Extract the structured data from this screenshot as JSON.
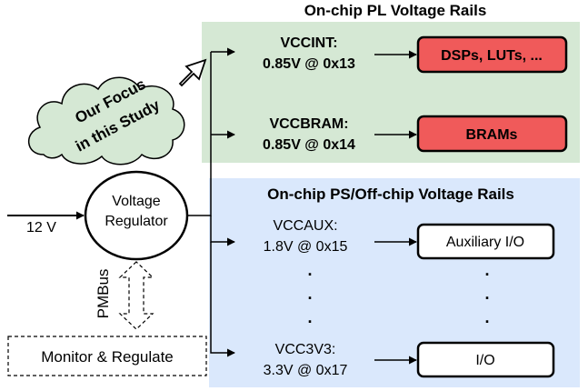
{
  "pl_section": {
    "title": "On-chip PL Voltage Rails",
    "bg_color": "#d5e8d4",
    "rails": [
      {
        "name": "VCCINT:",
        "spec": "0.85V @ 0x13",
        "target": "DSPs, LUTs, ..."
      },
      {
        "name": "VCCBRAM:",
        "spec": "0.85V @ 0x14",
        "target": "BRAMs"
      }
    ],
    "target_fill": "#f05a5a"
  },
  "ps_section": {
    "title": "On-chip PS/Off-chip Voltage Rails",
    "bg_color": "#dae8fc",
    "rails": [
      {
        "name": "VCCAUX:",
        "spec": "1.8V @ 0x15",
        "target": "Auxiliary I/O"
      },
      {
        "name": "VCC3V3:",
        "spec": "3.3V @ 0x17",
        "target": "I/O"
      }
    ],
    "ellipsis": "."
  },
  "regulator": {
    "line1": "Voltage",
    "line2": "Regulator"
  },
  "input": {
    "label": "12 V"
  },
  "bus": {
    "label": "PMBus"
  },
  "monitor": {
    "label": "Monitor & Regulate"
  },
  "focus_cloud": {
    "line1": "Our Focus",
    "line2": "in this Study",
    "fill": "#d5e8d4"
  }
}
